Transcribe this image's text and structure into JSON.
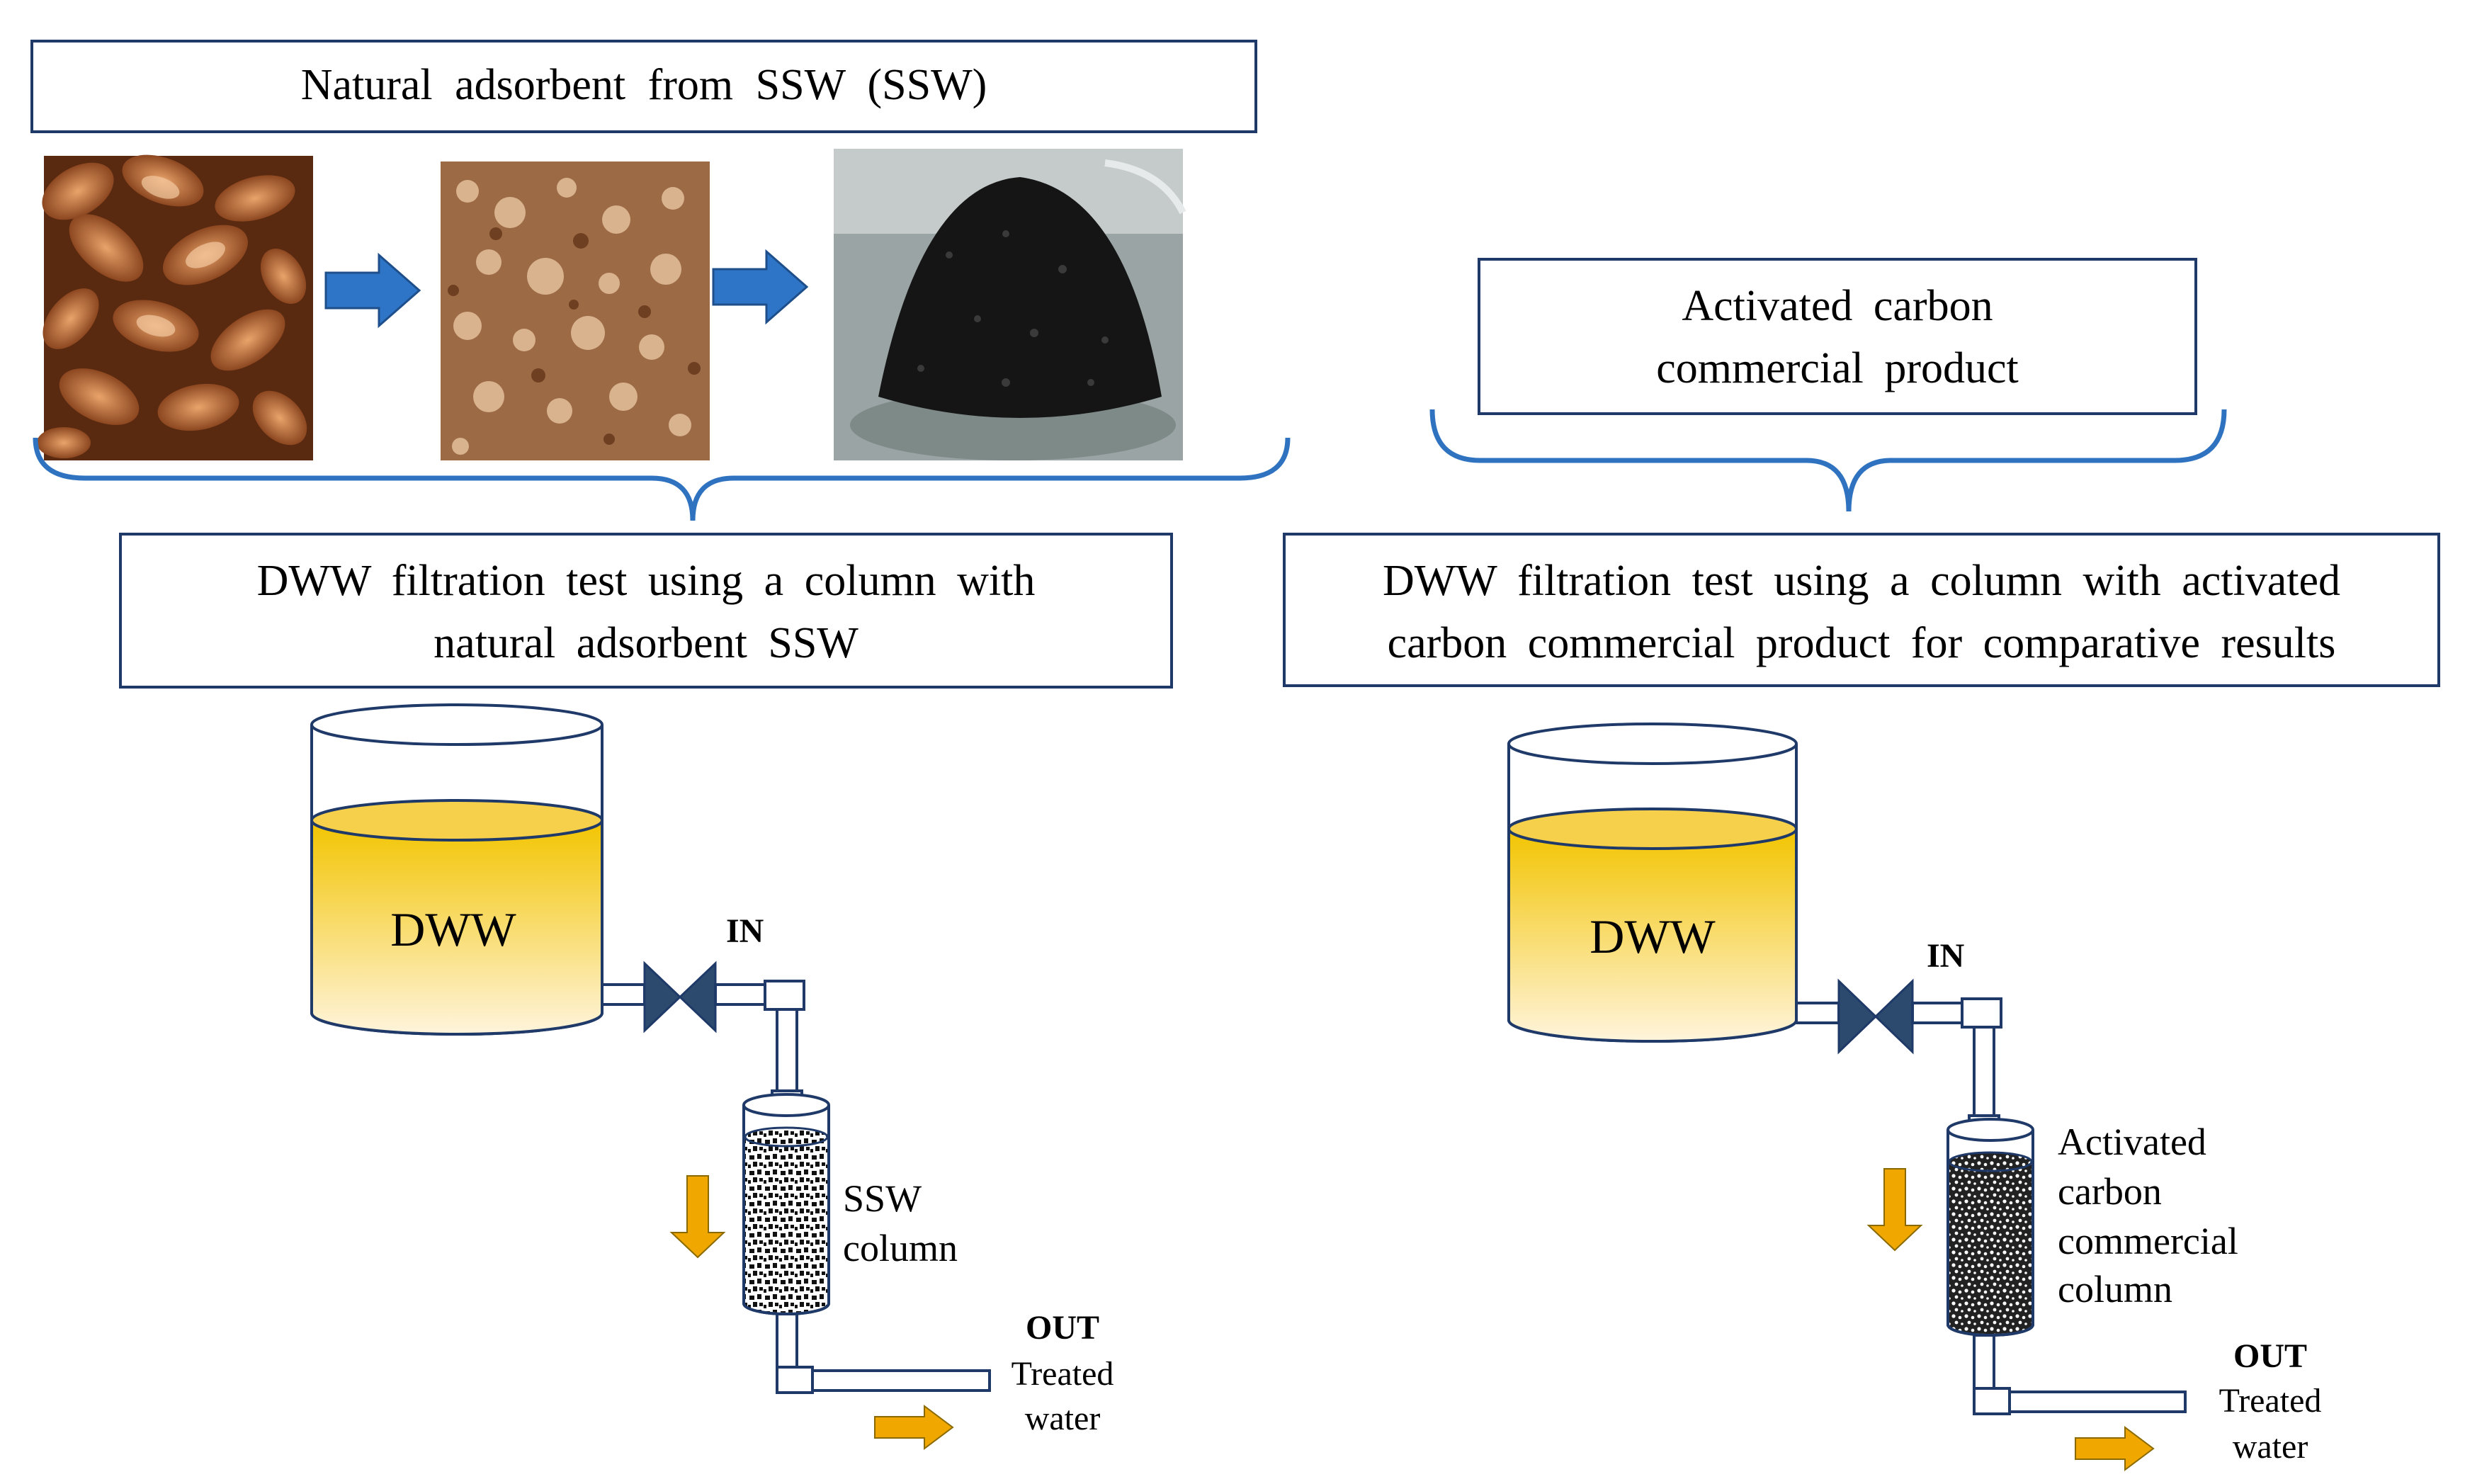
{
  "top_left_box": {
    "label": "Natural adsorbent from SSW (SSW)"
  },
  "top_right_box": {
    "line1": "Activated carbon",
    "line2": "commercial product"
  },
  "left_test_box": {
    "line1": "DWW filtration test using a column with",
    "line2": "natural adsorbent SSW"
  },
  "right_test_box": {
    "line1": "DWW filtration test using a column with activated",
    "line2": "carbon commercial product for comparative results"
  },
  "photos": [
    {
      "name": "seed-shells",
      "description": "Whole seed shells"
    },
    {
      "name": "crushed-shells",
      "description": "Crushed shells"
    },
    {
      "name": "adsorbent-granules",
      "description": "Black adsorbent granules"
    }
  ],
  "left_setup": {
    "tank_label": "DWW",
    "inlet_label": "IN",
    "column_label_line1": "SSW",
    "column_label_line2": "column",
    "outlet_label": "OUT",
    "outlet_sub1": "Treated",
    "outlet_sub2": "water"
  },
  "right_setup": {
    "tank_label": "DWW",
    "inlet_label": "IN",
    "column_label_line1": "Activated",
    "column_label_line2": "carbon",
    "column_label_line3": "commercial",
    "column_label_line4": "column",
    "outlet_label": "OUT",
    "outlet_sub1": "Treated",
    "outlet_sub2": "water"
  },
  "colors": {
    "box_border": "#1f3a68",
    "brace": "#2f73c0",
    "arrow_blue": "#2e75c7",
    "liquid_top": "#f2c400",
    "liquid_bottom": "#fff3d6",
    "valve": "#2c4a6d",
    "flow_arrow": "#f0a800",
    "pipe": "#1f3a68"
  }
}
